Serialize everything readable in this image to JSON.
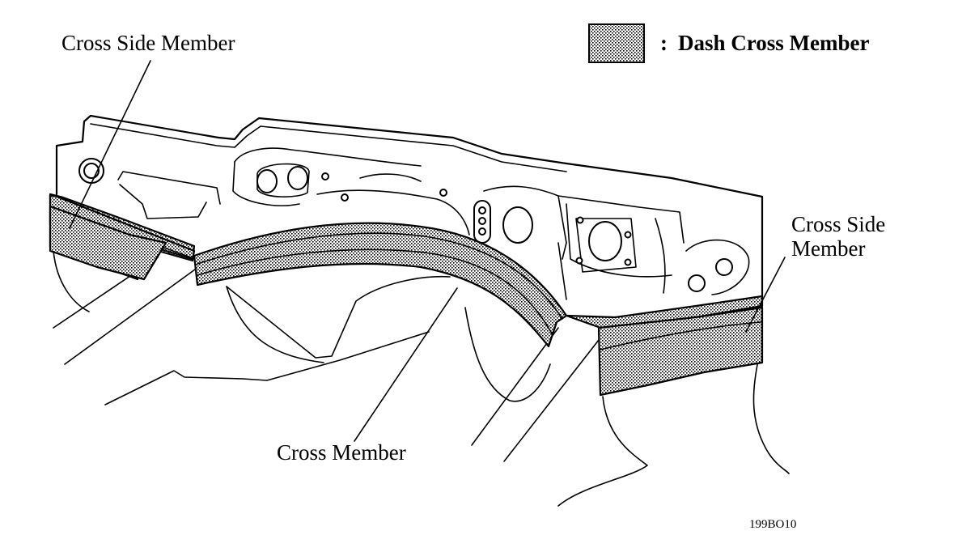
{
  "legend": {
    "separator": ":",
    "label": "Dash Cross Member",
    "swatch_color": "#a8a8a8"
  },
  "labels": {
    "cross_side_member_left": "Cross Side Member",
    "cross_side_member_right_line1": "Cross Side",
    "cross_side_member_right_line2": "Member",
    "cross_member": "Cross Member"
  },
  "figure_code": "199BO10"
}
